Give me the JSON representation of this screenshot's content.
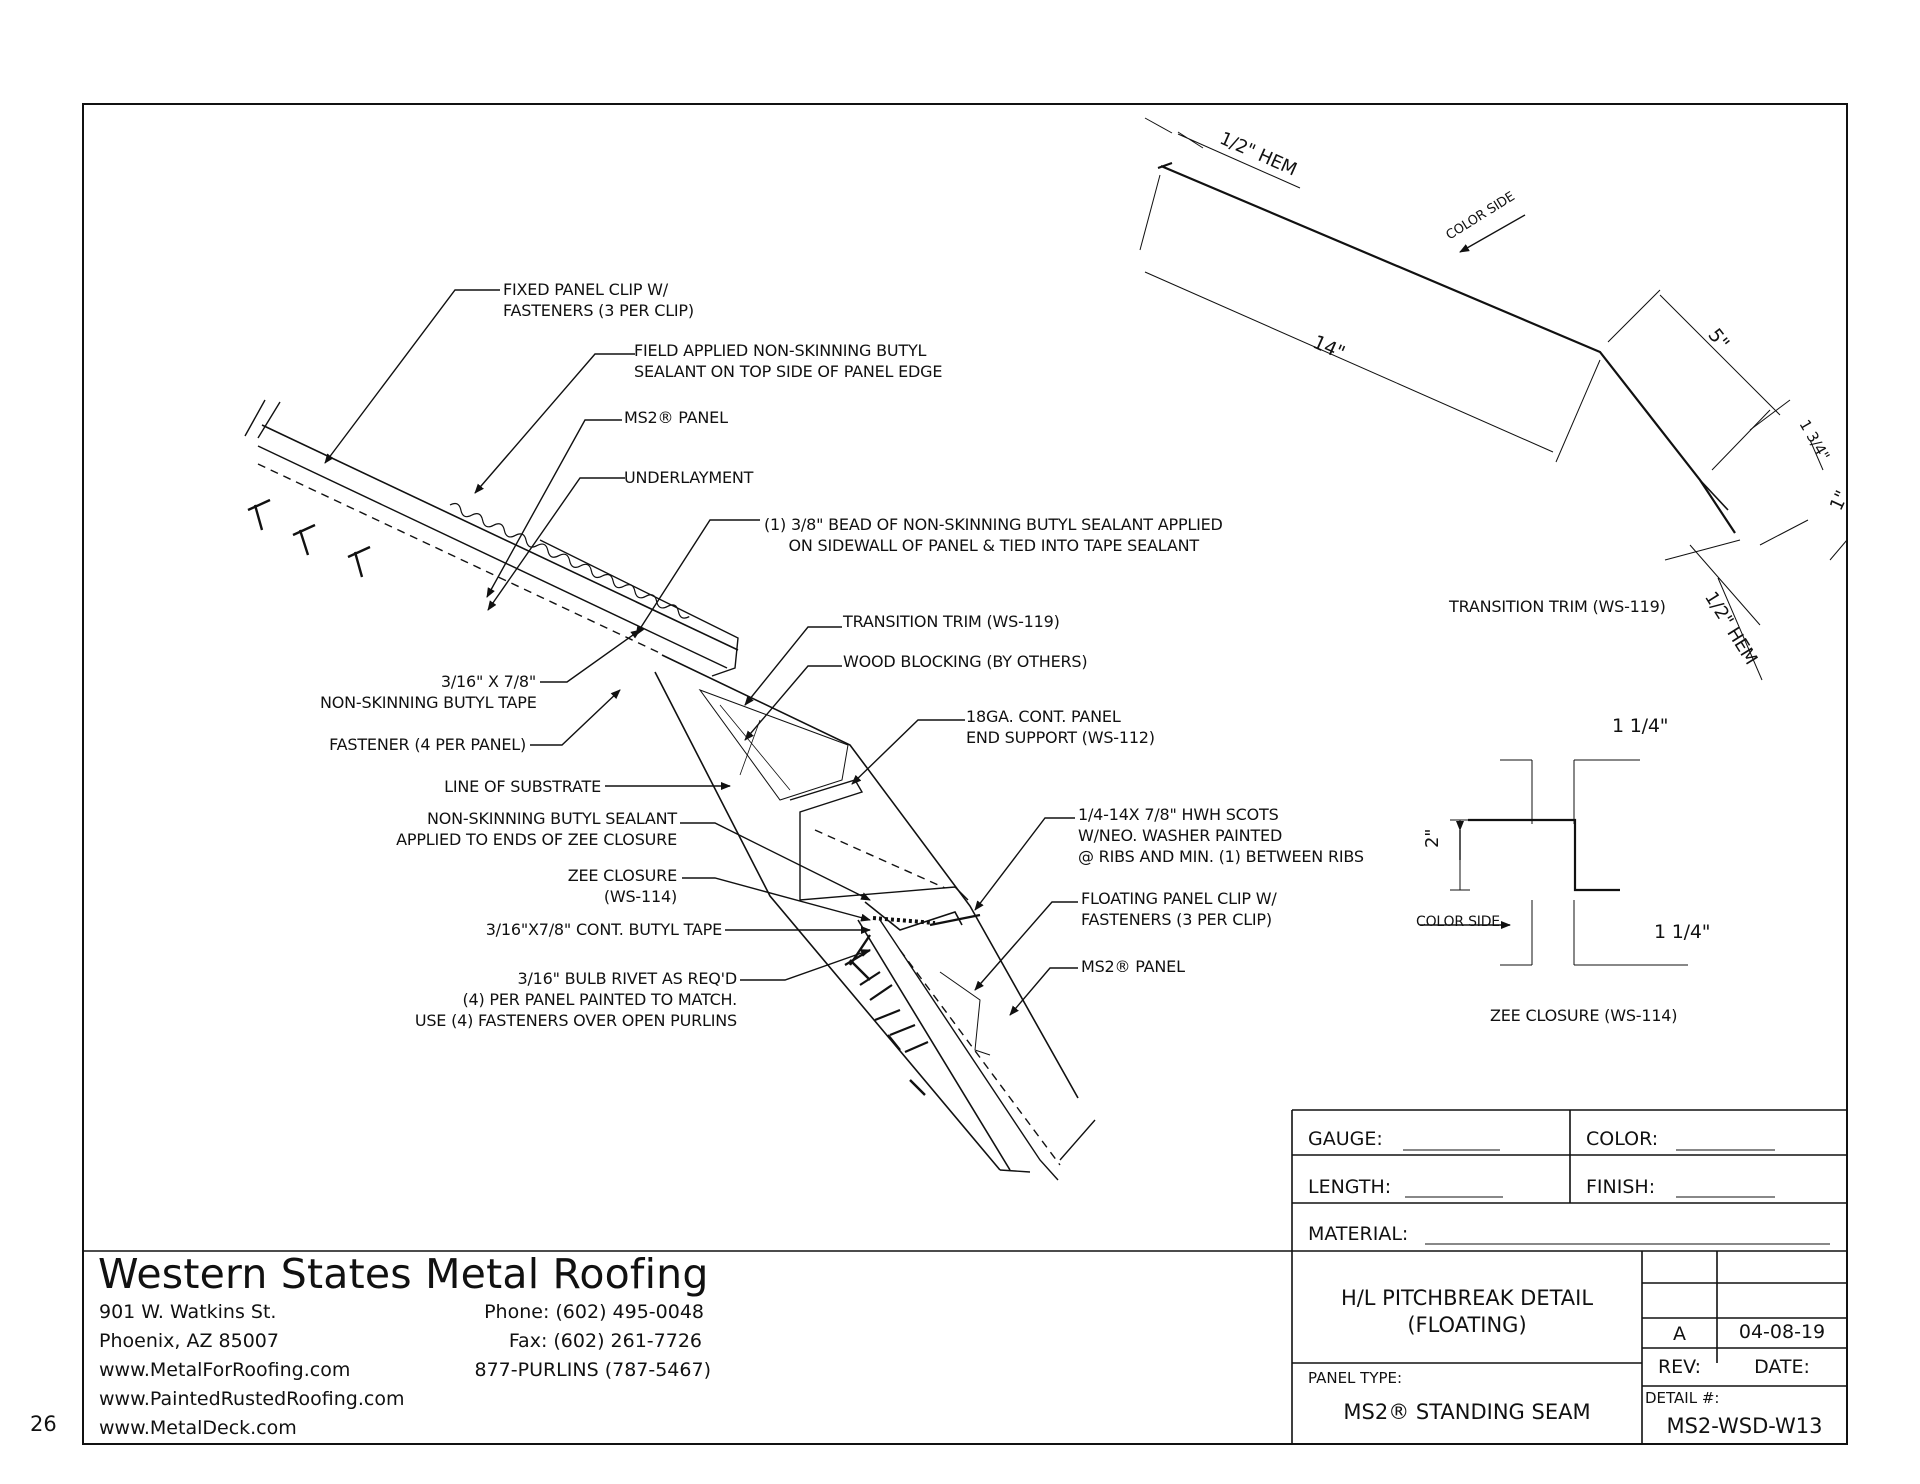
{
  "page_number": "26",
  "notes": {
    "fixed_clip": [
      "FIXED PANEL CLIP W/",
      "FASTENERS (3 PER CLIP)"
    ],
    "field_sealant": [
      "FIELD APPLIED NON-SKINNING BUTYL",
      "SEALANT ON TOP SIDE OF PANEL EDGE"
    ],
    "ms2_panel_top": "MS2® PANEL",
    "underlayment": "UNDERLAYMENT",
    "bead": [
      "(1) 3/8\" BEAD OF NON-SKINNING BUTYL SEALANT APPLIED",
      "ON SIDEWALL OF PANEL & TIED INTO TAPE SEALANT"
    ],
    "butyl_tape_left": [
      "3/16\" X 7/8\"",
      "NON-SKINNING BUTYL TAPE"
    ],
    "fastener": "FASTENER (4 PER PANEL)",
    "transition_trim": "TRANSITION TRIM (WS-119)",
    "wood_blocking": "WOOD BLOCKING (BY OTHERS)",
    "end_support": [
      "18GA. CONT. PANEL",
      "END SUPPORT (WS-112)"
    ],
    "line_of_substrate": "LINE OF SUBSTRATE",
    "sealant_zee": [
      "NON-SKINNING BUTYL SEALANT",
      "APPLIED TO ENDS OF ZEE CLOSURE"
    ],
    "zee_closure": [
      "ZEE CLOSURE",
      "(WS-114)"
    ],
    "cont_butyl": "3/16\"X7/8\" CONT. BUTYL TAPE",
    "rivet": [
      "3/16\" BULB RIVET AS REQ'D",
      "(4) PER PANEL PAINTED TO MATCH.",
      "USE (4) FASTENERS OVER OPEN PURLINS"
    ],
    "screws": [
      "1/4-14X 7/8\" HWH SCOTS",
      "W/NEO. WASHER PAINTED",
      "@ RIBS AND MIN. (1) BETWEEN RIBS"
    ],
    "floating_clip": [
      "FLOATING PANEL CLIP W/",
      "FASTENERS (3 PER CLIP)"
    ],
    "ms2_panel_bottom": "MS2® PANEL"
  },
  "trim_profile": {
    "hem_top": "1/2\" HEM",
    "color_side": "COLOR SIDE",
    "dim_14": "14\"",
    "dim_5": "5\"",
    "dim_1_3_4": "1 3/4\"",
    "dim_1": "1\"",
    "hem_bottom": "1/2\" HEM",
    "caption": "TRANSITION TRIM (WS-119)"
  },
  "zee_profile": {
    "dim_top": "1 1/4\"",
    "dim_2": "2\"",
    "color_side": "COLOR SIDE",
    "dim_bottom": "1 1/4\"",
    "caption": "ZEE CLOSURE (WS-114)"
  },
  "title_block": {
    "gauge": "GAUGE:",
    "color": "COLOR:",
    "length": "LENGTH:",
    "finish": "FINISH:",
    "material": "MATERIAL:",
    "title_line1": "H/L PITCHBREAK DETAIL",
    "title_line2": "(FLOATING)",
    "rev_value": "A",
    "date_value": "04-08-19",
    "rev_label": "REV:",
    "date_label": "DATE:",
    "panel_type_label": "PANEL TYPE:",
    "panel_type": "MS2® STANDING SEAM",
    "detail_label": "DETAIL #:",
    "detail_no": "MS2-WSD-W13"
  },
  "company": {
    "name": "Western States Metal Roofing",
    "street": "901 W. Watkins St.",
    "city": "Phoenix, AZ 85007",
    "web1": "www.MetalForRoofing.com",
    "web2": "www.PaintedRustedRoofing.com",
    "web3": "www.MetalDeck.com",
    "phone": "Phone: (602) 495-0048",
    "fax": "Fax: (602) 261-7726",
    "toll": "877-PURLINS (787-5467)"
  }
}
